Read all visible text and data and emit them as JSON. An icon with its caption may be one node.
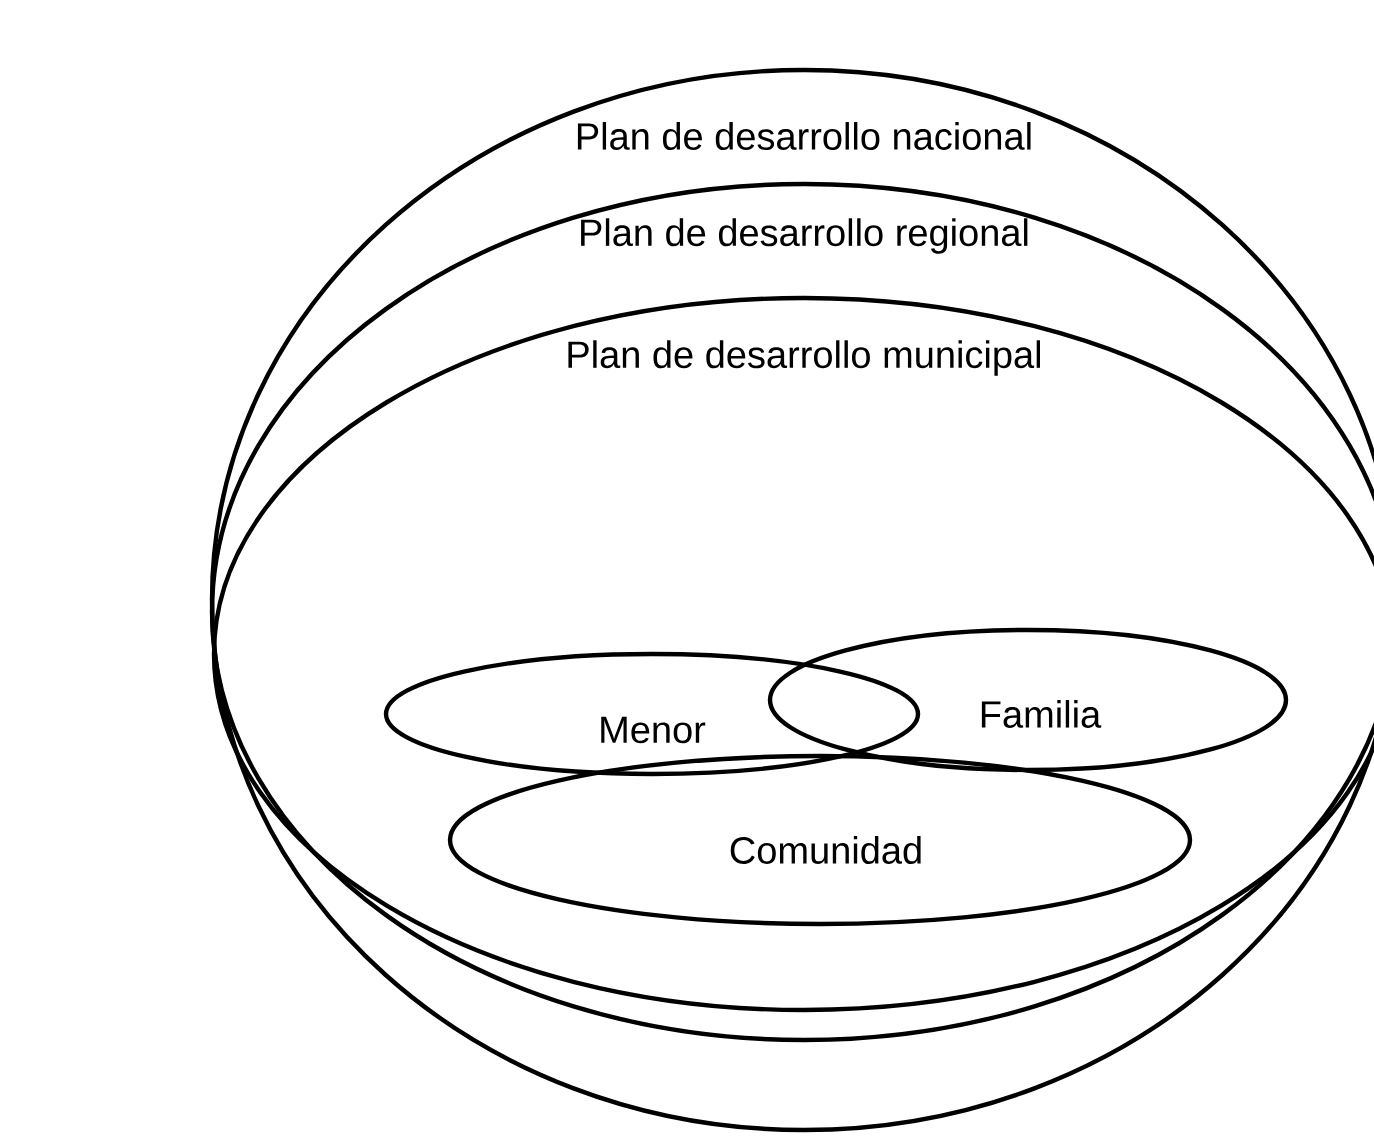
{
  "diagram": {
    "nodes": [
      {
        "text": [
          "Plan de desarrollo nacional"
        ]
      },
      {
        "text": [
          "Plan de desarrollo regional"
        ],
        "in": 0
      },
      {
        "text": [
          "Plan de desarrollo municipal"
        ],
        "in": 1
      },
      {
        "text": [
          "Menor"
        ],
        "in": 2
      },
      {
        "text": [
          "Familia"
        ],
        "in": 2
      },
      {
        "text": [
          "Comunidad"
        ],
        "in": 2
      }
    ]
  }
}
